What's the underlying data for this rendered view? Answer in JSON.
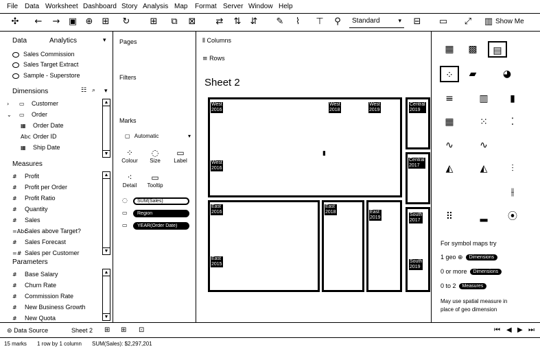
{
  "menu": [
    "File",
    "Data",
    "Worksheet",
    "Dashboard",
    "Story",
    "Analysis",
    "Map",
    "Format",
    "Server",
    "Window",
    "Help"
  ],
  "toolbar": {
    "fit_select": "Standard",
    "show_me_label": "Show Me"
  },
  "left": {
    "tab_data": "Data",
    "tab_analytics": "Analytics",
    "datasources": [
      "Sales Commission",
      "Sales Target Extract",
      "Sample - Superstore"
    ],
    "dimensions_header": "Dimensions",
    "dimensions": [
      {
        "icon": "folder",
        "label": "Customer",
        "expand": "›"
      },
      {
        "icon": "folder",
        "label": "Order",
        "expand": "⌄"
      },
      {
        "icon": "date",
        "label": "Order Date"
      },
      {
        "icon": "abc",
        "label": "Order ID"
      },
      {
        "icon": "date",
        "label": "Ship Date"
      }
    ],
    "measures_header": "Measures",
    "measures": [
      "Profit",
      "Profit per Order",
      "Profit Ratio",
      "Quantity",
      "Sales",
      "Sales above Target?",
      "Sales Forecast",
      "Sales per Customer"
    ],
    "parameters_header": "Parameters",
    "parameters": [
      "Base Salary",
      "Churn Rate",
      "Commission Rate",
      "New Business Growth",
      "New Quota"
    ]
  },
  "shelves": {
    "pages": "Pages",
    "filters": "Filters",
    "marks": "Marks",
    "mark_type": "Automatic",
    "buttons": [
      "Colour",
      "Size",
      "Label",
      "Detail",
      "Tooltip"
    ],
    "pills": [
      "SUM(Sales)",
      "Region",
      "YEAR(Order Date)"
    ]
  },
  "view": {
    "columns_label": "Columns",
    "rows_label": "Rows",
    "sheet_title": "Sheet 2",
    "labels": [
      {
        "text": "West",
        "sub": "2016"
      },
      {
        "text": "West",
        "sub": "2018"
      },
      {
        "text": "West",
        "sub": "2019"
      },
      {
        "text": "Central",
        "sub": "2019"
      },
      {
        "text": "West",
        "sub": "2016"
      },
      {
        "text": "Central",
        "sub": "2017"
      },
      {
        "text": "East",
        "sub": "2016"
      },
      {
        "text": "East",
        "sub": "2018"
      },
      {
        "text": "East",
        "sub": "2019"
      },
      {
        "text": "South",
        "sub": "2017"
      },
      {
        "text": "East",
        "sub": "2015"
      },
      {
        "text": "South",
        "sub": "2019"
      }
    ]
  },
  "showme": {
    "hint_title": "For symbol maps try",
    "rows": [
      {
        "prefix": "1 geo",
        "pill": "Dimensions"
      },
      {
        "prefix": "0 or more",
        "pill": "Dimensions"
      },
      {
        "prefix": "0 to 2",
        "pill": "Measures"
      }
    ],
    "footer": [
      "May use spatial measure in",
      "place of geo dimension"
    ]
  },
  "bottom": {
    "datasource_tab": "Data Source",
    "sheet_tab": "Sheet 2"
  },
  "status": {
    "marks": "15 marks",
    "dims": "1 row by 1 column",
    "sum": "SUM(Sales): $2,297,201"
  }
}
